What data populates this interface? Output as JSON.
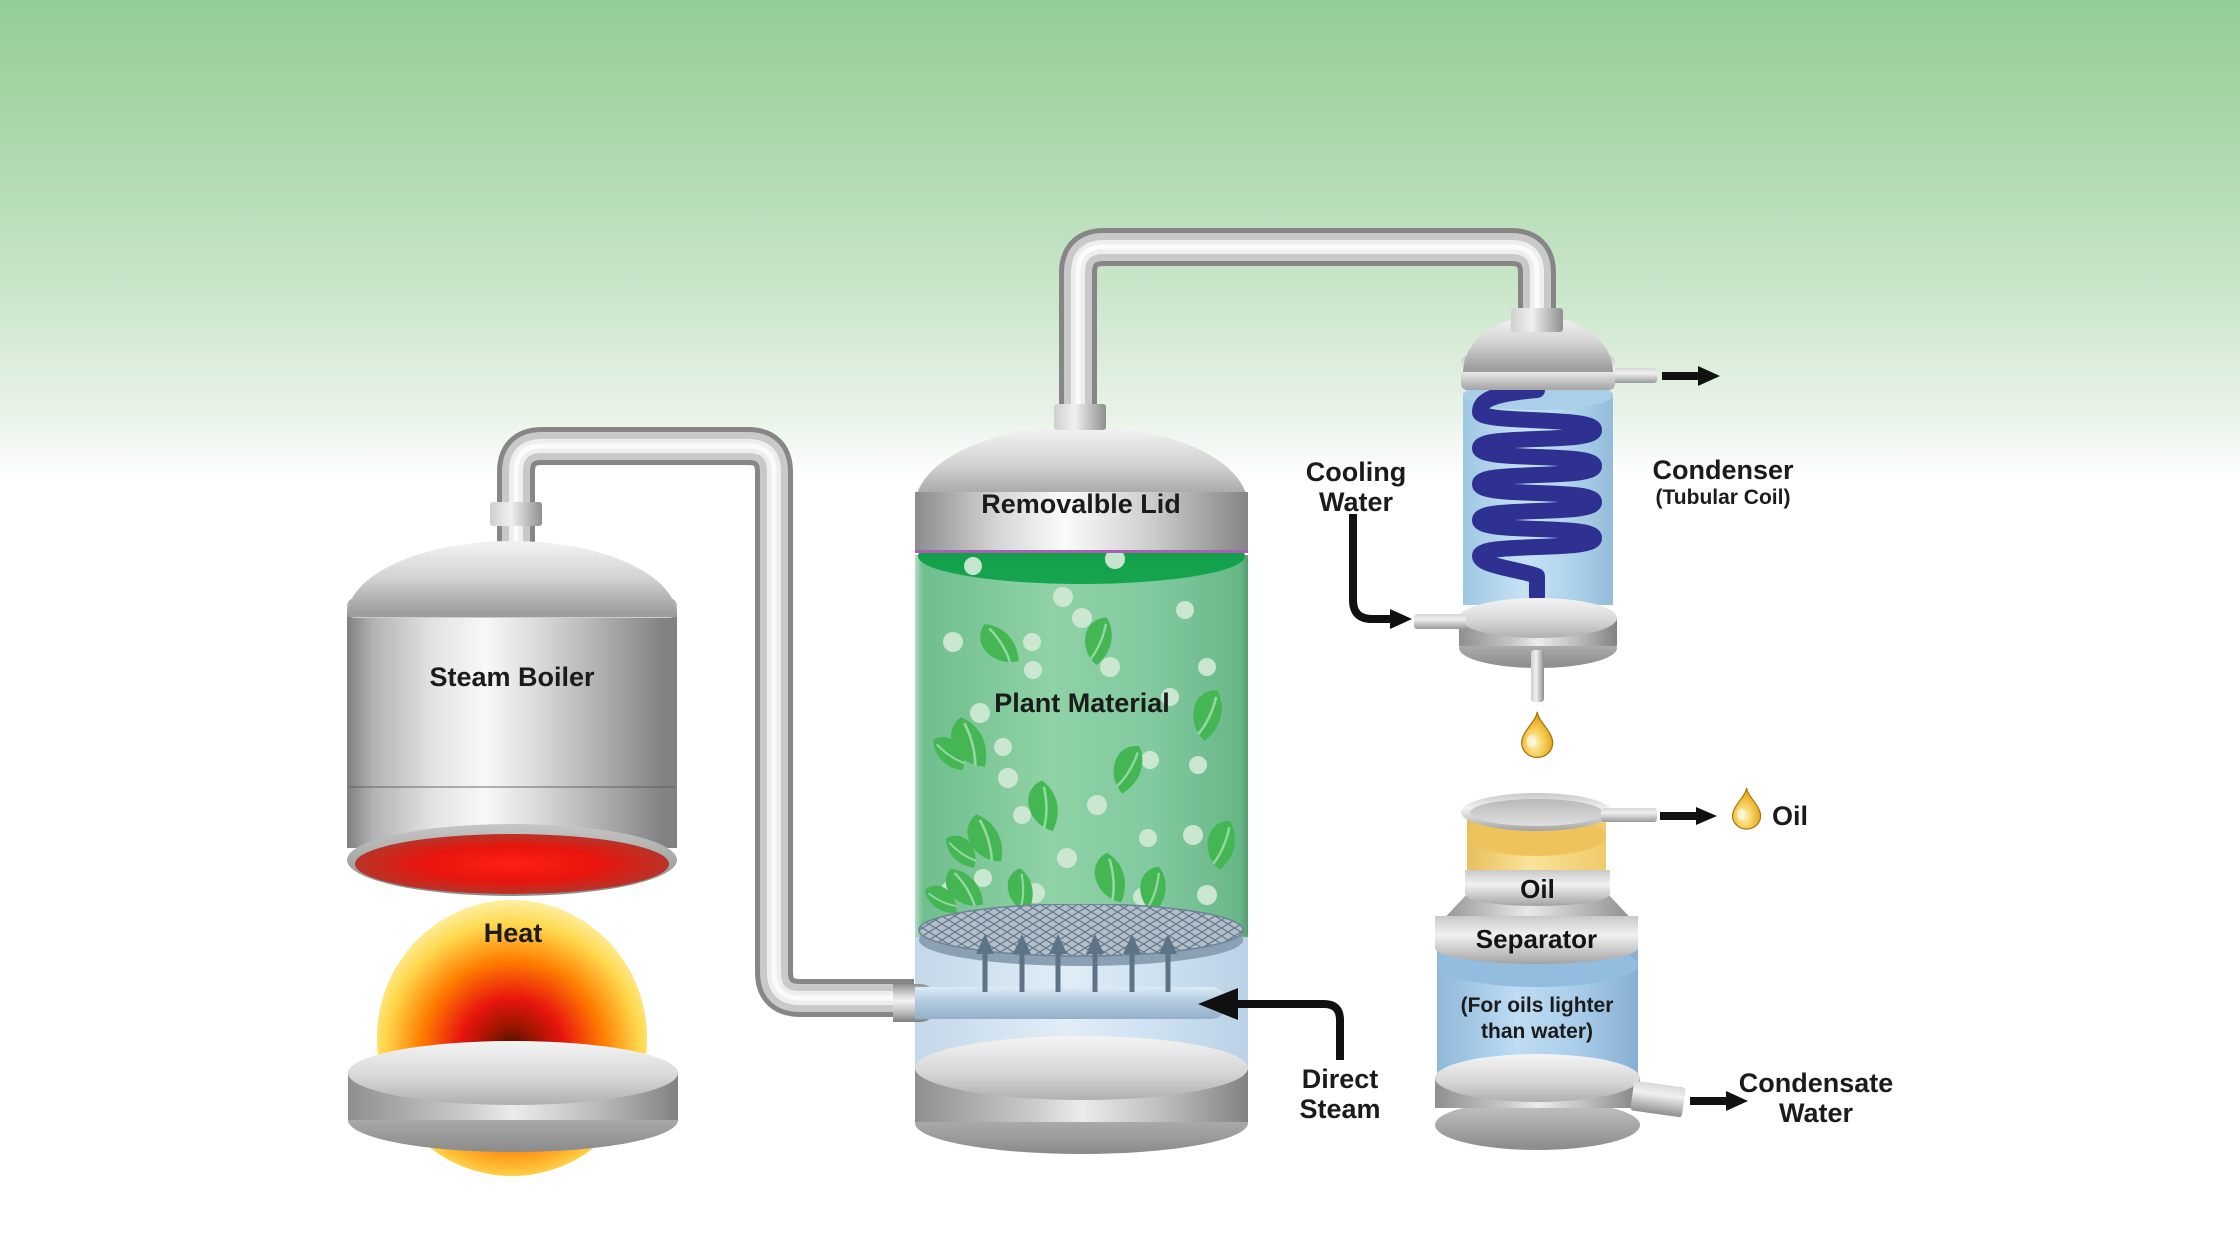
{
  "boiler": {
    "label": "Steam Boiler",
    "heat_label": "Heat"
  },
  "still": {
    "lid_label": "Removalble Lid",
    "content_label": "Plant Material",
    "steam_inlet_label_line1": "Direct",
    "steam_inlet_label_line2": "Steam"
  },
  "condenser": {
    "label_line1": "Condenser",
    "label_line2": "(Tubular Coil)",
    "coolant_label_line1": "Cooling",
    "coolant_label_line2": "Water"
  },
  "separator": {
    "band_label_top": "Oil",
    "band_label_bottom": "Separator",
    "note_line1": "(For oils lighter",
    "note_line2": "than water)",
    "oil_outlet_label": "Oil",
    "water_outlet_label_line1": "Condensate",
    "water_outlet_label_line2": "Water"
  },
  "icons": {
    "oil_drop": "oil-drop-icon",
    "heat_glow": "heat-glow",
    "flow_arrow": "flow-arrow"
  },
  "colors": {
    "background_green": "#93ce96",
    "liquid_green": "#82c79b",
    "liquid_green_surface": "#149d4a",
    "leaf_green": "#44b654",
    "bubble_green": "#cfe9d4",
    "condenser_water_blue": "#bcdcf2",
    "coil_navy": "#2e3192",
    "separator_water_blue": "#b3d4ef",
    "oil_yellow": "#f8da85",
    "oil_drop_gold": "#edb52e",
    "steam_pipe_blue": "#b3cbe0",
    "heat_red": "#e8150d",
    "glow_yellow": "#ffe94d",
    "label_color": "#1b1b1b"
  }
}
